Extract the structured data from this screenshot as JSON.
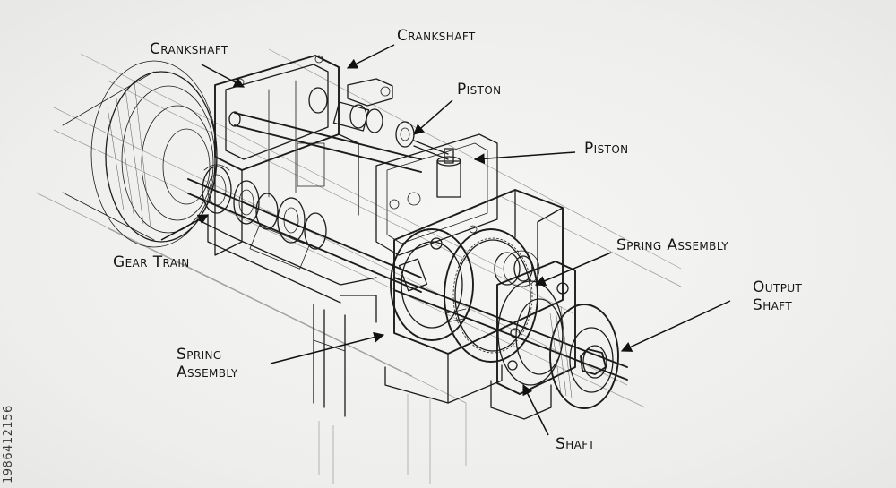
{
  "labels": {
    "crankshaft_left": "Crankshaft",
    "crankshaft_right": "Crankshaft",
    "piston_top": "Piston",
    "piston_right": "Piston",
    "gear_train": "Gear Train",
    "spring_assembly_right": "Spring Assembly",
    "output_shaft_line1": "Output",
    "output_shaft_line2": "Shaft",
    "spring_assembly_left_line1": "Spring",
    "spring_assembly_left_line2": "Assembly",
    "shaft": "Shaft"
  },
  "stock_id": "1986412156",
  "colors": {
    "ink": "#1c1c1c",
    "paper": "#f1f1ef"
  }
}
